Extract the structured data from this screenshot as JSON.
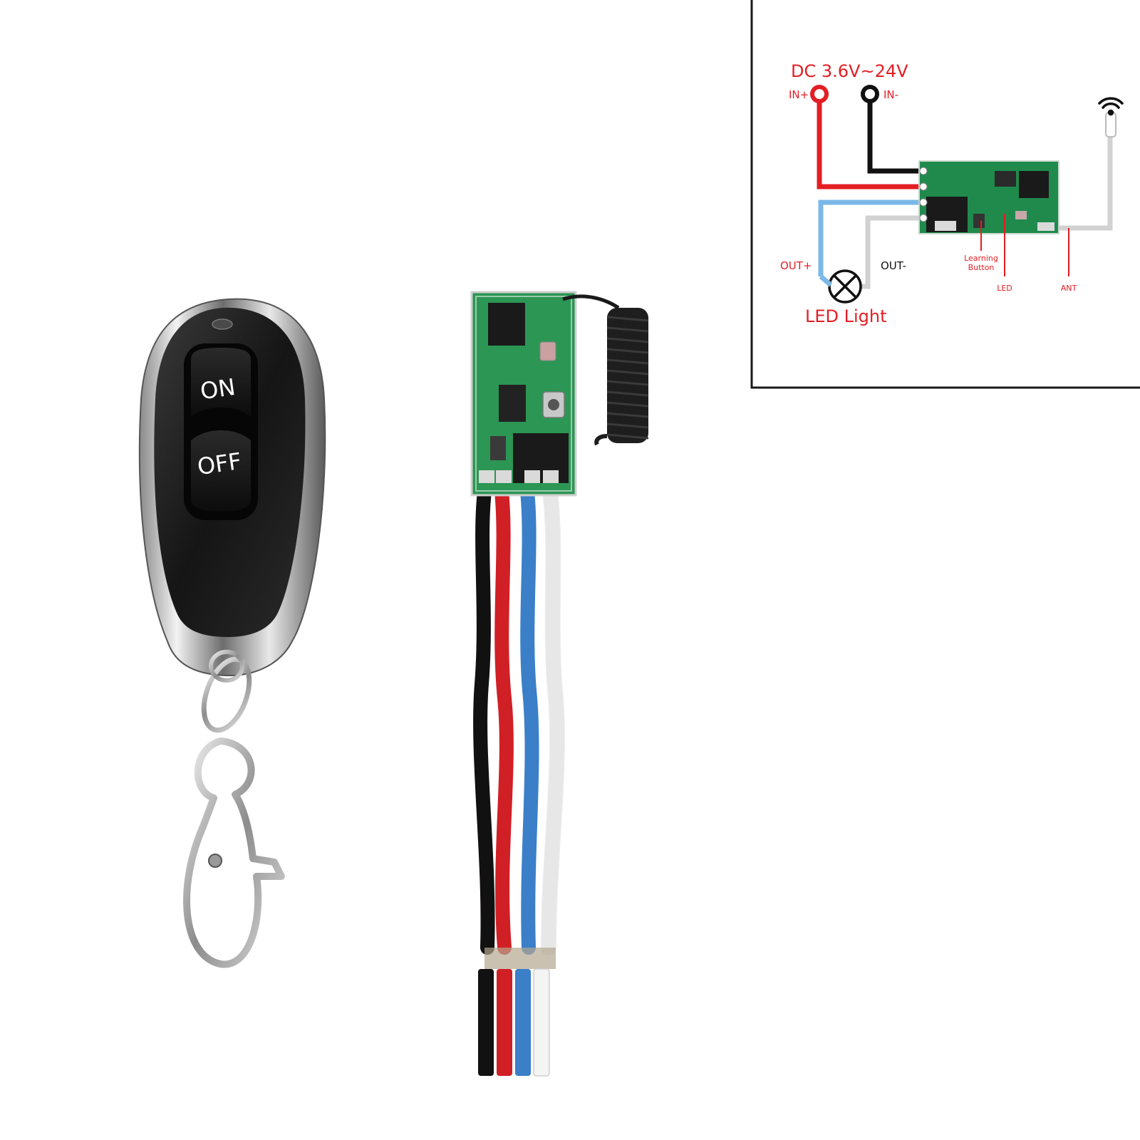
{
  "remote": {
    "button_on_label": "ON",
    "button_off_label": "OFF"
  },
  "receiver": {
    "wire_colors": [
      "#111111",
      "#d11f26",
      "#3a7fc8",
      "#f4f4f4"
    ]
  },
  "diagram": {
    "supply_label": "DC 3.6V~24V",
    "in_plus_label": "IN+",
    "in_minus_label": "IN-",
    "out_plus_label": "OUT+",
    "out_minus_label": "OUT-",
    "load_label": "LED Light",
    "learning_button_label_line1": "Learning",
    "learning_button_label_line2": "Button",
    "led_label": "LED",
    "antenna_label": "ANT",
    "colors": {
      "label_red": "#e31e24",
      "wire_red": "#e31e24",
      "wire_black": "#111111",
      "wire_blue": "#7ab8e8",
      "wire_gray": "#d2d2d2",
      "pcb_green": "#1f8a4c"
    }
  }
}
